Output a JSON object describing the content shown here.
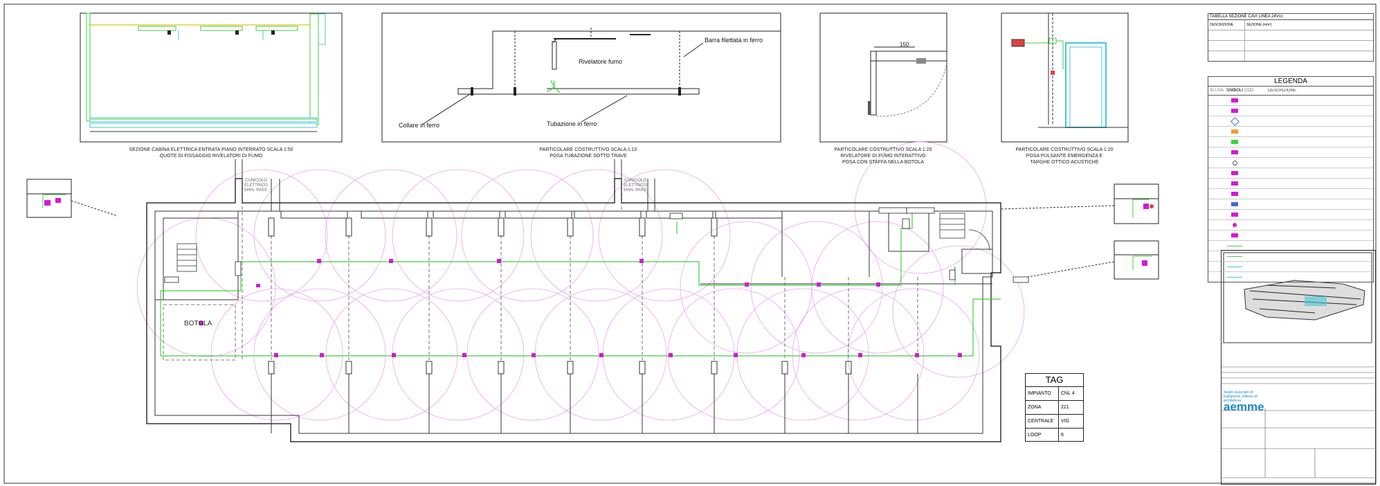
{
  "details": [
    {
      "line1": "SEZIONE CABINA ELETTRICA ENTRATA PIANO INTERRATO SCALA 1:50",
      "line2": "QUOTE DI FISSAGGIO RIVELATORI DI FUMO",
      "line3": ""
    },
    {
      "line1": "PARTICOLARE COSTRUTTIVO SCALA 1:10",
      "line2": "POSA TUBAZIONE SOTTO TRAVE",
      "line3": ""
    },
    {
      "line1": "PARTICOLARE COSTRUTTIVO SCALA 1:20",
      "line2": "RIVELATORE DI FUMO INTERATTIVO",
      "line3": "POSA CON STAFFA NELLA BOTOLA"
    },
    {
      "line1": "PARTICOLARE COSTRUTTIVO SCALA 1:20",
      "line2": "POSA PULSANTE EMERGENZA E",
      "line3": "TARGHE OTTICO ACUSTICHE"
    }
  ],
  "detail2_labels": {
    "rivelatore": "Rivelatore fumo",
    "barra": "Barra filettata in ferro",
    "collare": "Collare in ferro",
    "tubazione": "Tubazione in ferro"
  },
  "detail3_dimension": "150",
  "plan": {
    "cunicolo_1": [
      "CUNICOLO",
      "ELETTRICO",
      "SHIN. PASS."
    ],
    "cunicolo_2": [
      "CUNICOLO",
      "ELETTRICO",
      "SHIN. PASS."
    ],
    "botola": "BOTOLA"
  },
  "tag": {
    "title": "TAG",
    "rows": [
      {
        "key": "IMPIANTO",
        "value": "CNL 4"
      },
      {
        "key": "ZONA",
        "value": "221"
      },
      {
        "key": "CENTRALE",
        "value": "VIG"
      },
      {
        "key": "LOOP",
        "value": "6"
      }
    ]
  },
  "section_table": {
    "title": "TABELLA SEZIONE CAVI LINEA 24Vcc",
    "header": [
      "DESCRIZIONE",
      "SEZIONE (mm²)"
    ],
    "rows": [
      [
        "",
        ""
      ],
      [
        "",
        ""
      ],
      [
        "",
        ""
      ]
    ]
  },
  "legend": {
    "title": "LEGENDA",
    "columns": [
      "ID LIVA",
      "SIMBOLI",
      "COD.",
      "DESCRIZIONE"
    ],
    "rows": [
      {
        "symbol": "magenta-detector"
      },
      {
        "symbol": "magenta-detector"
      },
      {
        "symbol": "blue-diamond"
      },
      {
        "symbol": "orange-box"
      },
      {
        "symbol": "green-box"
      },
      {
        "symbol": "magenta-box"
      },
      {
        "symbol": "small-circle"
      },
      {
        "symbol": "magenta-box"
      },
      {
        "symbol": "magenta-box"
      },
      {
        "symbol": "magenta-box"
      },
      {
        "symbol": "blue-cross"
      },
      {
        "symbol": "magenta-box"
      },
      {
        "symbol": "magenta-dot"
      },
      {
        "symbol": "magenta-box"
      },
      {
        "symbol": "green-line"
      },
      {
        "symbol": "green-line"
      },
      {
        "symbol": "cyan-line"
      },
      {
        "symbol": "cyan-line"
      }
    ]
  },
  "title_block": {
    "logo": "aemme",
    "org": "Studio associato di Ingegneria, edilizia ed architettura"
  },
  "colors": {
    "wiring": "#3fd13f",
    "detector": "#d41ad4",
    "coverage": "#e8a6ee",
    "wall": "#333333",
    "accent_cyan": "#46c7d6",
    "logo": "#1a88c9"
  }
}
